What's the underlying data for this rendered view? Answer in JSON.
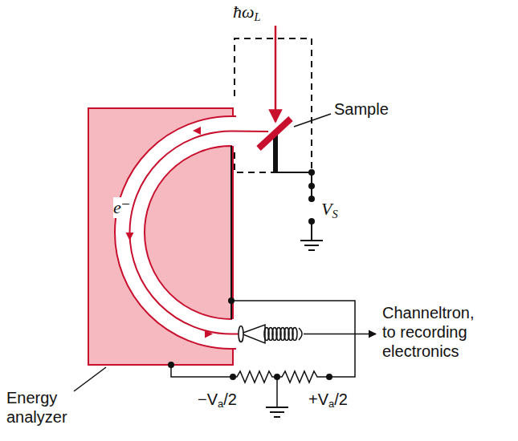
{
  "diagram": {
    "labels": [
      "ħωL",
      "Sample",
      "VS",
      "e⁻",
      "Channeltron, to recording electronics",
      "Energy analyzer",
      "−Va/2",
      "+Va/2"
    ]
  }
}
